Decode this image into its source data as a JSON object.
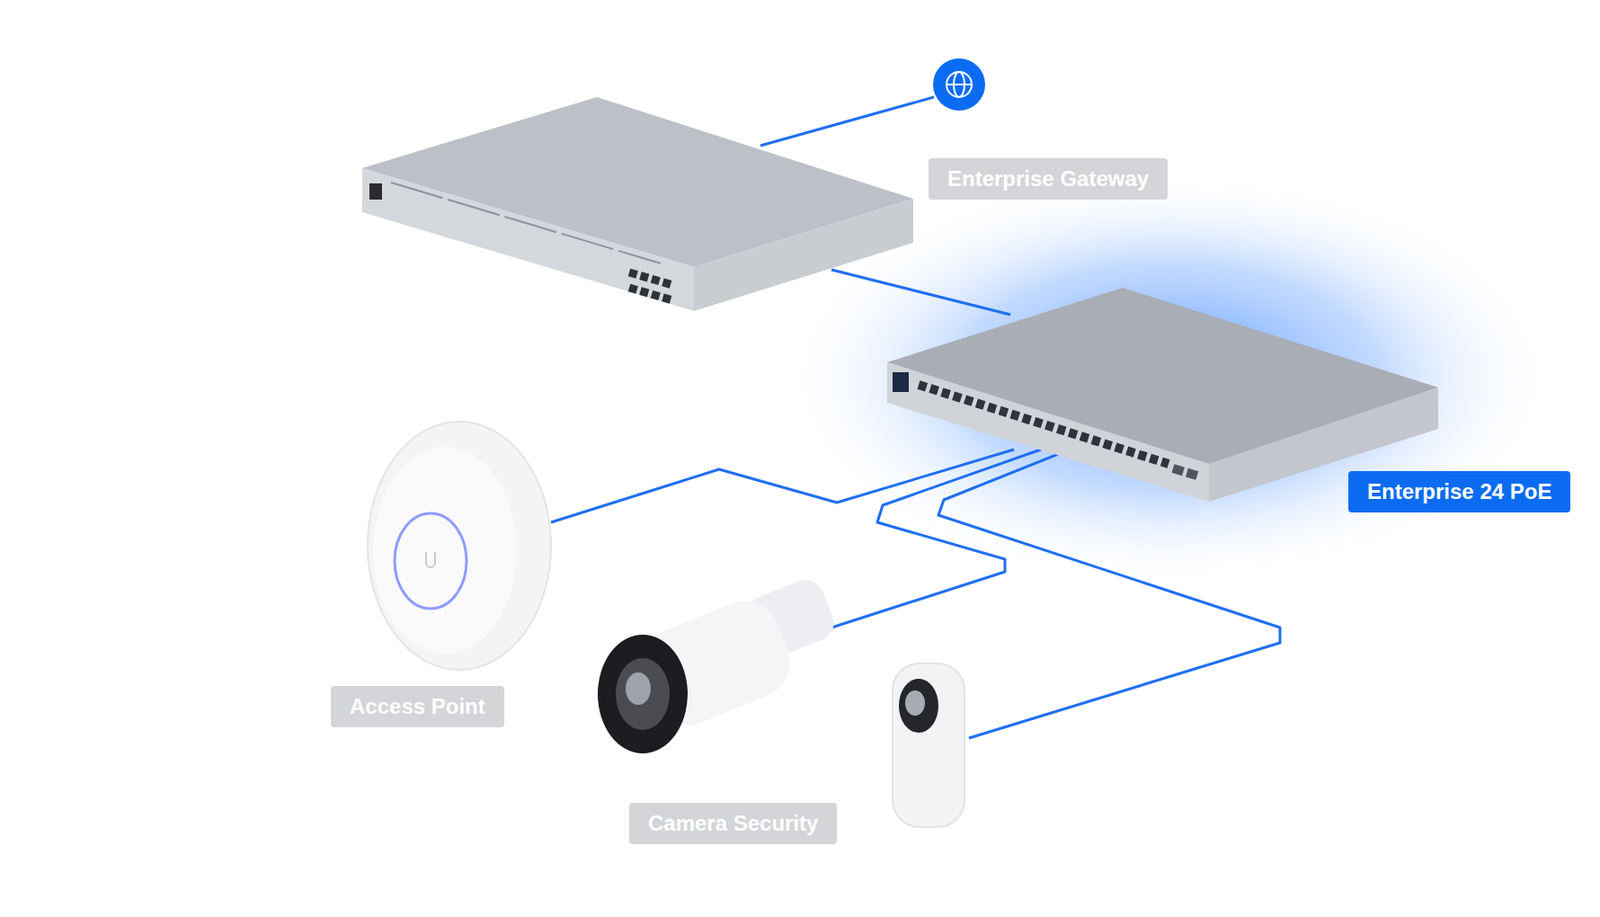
{
  "diagram": {
    "nodes": [
      {
        "text": [
          "Enterprise Gateway"
        ]
      },
      {
        "text": [
          "Enterprise 24 PoE"
        ]
      },
      {
        "text": [
          "Access Point"
        ]
      },
      {
        "text": [
          "Camera Security"
        ]
      }
    ],
    "edges": [
      {
        "from": 0,
        "to": 1,
        "arrow": "none"
      },
      {
        "from": 1,
        "to": 2,
        "arrow": "none"
      },
      {
        "from": 1,
        "to": 3,
        "arrow": "none"
      },
      {
        "from": 1,
        "to": 3,
        "arrow": "none"
      }
    ]
  }
}
